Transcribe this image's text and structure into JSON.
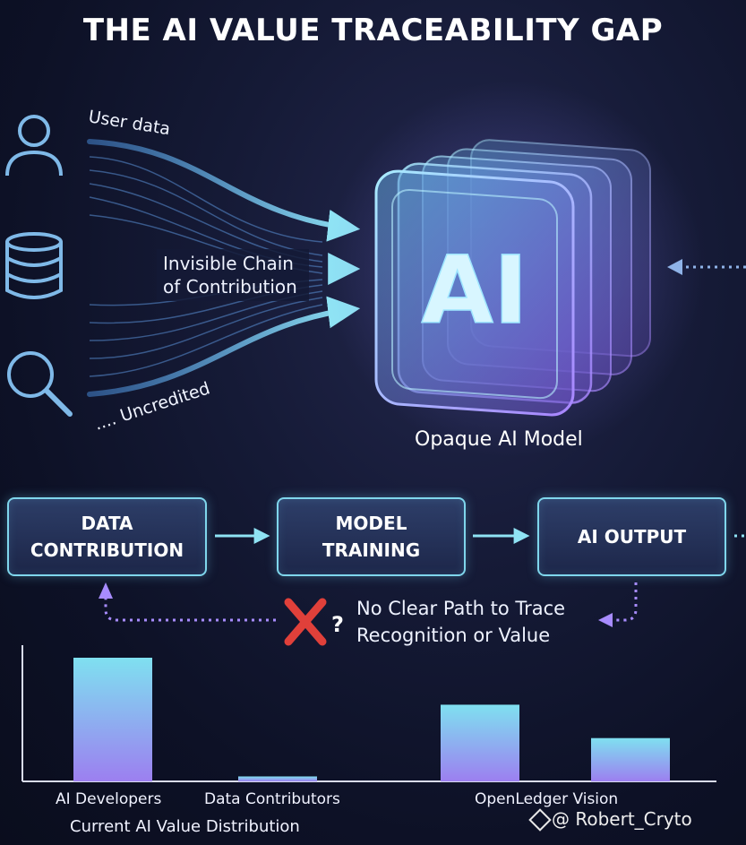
{
  "title": "THE AI VALUE TRACEABILITY GAP",
  "inputs": {
    "user_data_label": "User data",
    "uncredited_label": ".... Uncredited",
    "chain_line1": "Invisible Chain",
    "chain_line2": "of Contribution",
    "icons": [
      "user-icon",
      "database-icon",
      "magnifier-icon"
    ]
  },
  "model": {
    "badge": "AI",
    "label": "Opaque AI Model"
  },
  "flow": {
    "steps": [
      "DATA\nCONTRIBUTION",
      "MODEL\nTRAINING",
      "AI OUTPUT"
    ],
    "trace_line1": "No Clear Path to Trace",
    "trace_line2": "Recognition or Value",
    "trace_question": "?"
  },
  "chart_data": {
    "type": "bar",
    "title": "Current AI Value Distribution",
    "groups": [
      "AI Developers",
      "Data Contributors",
      "OpenLedger Vision"
    ],
    "bar_values_relative": [
      1.0,
      0.04,
      0.62,
      0.35
    ],
    "grid": false
  },
  "watermark": "@ Robert_Cryto",
  "colors": {
    "accent": "#7fd6ec",
    "purple": "#9b7cf0",
    "error": "#e0403a"
  }
}
